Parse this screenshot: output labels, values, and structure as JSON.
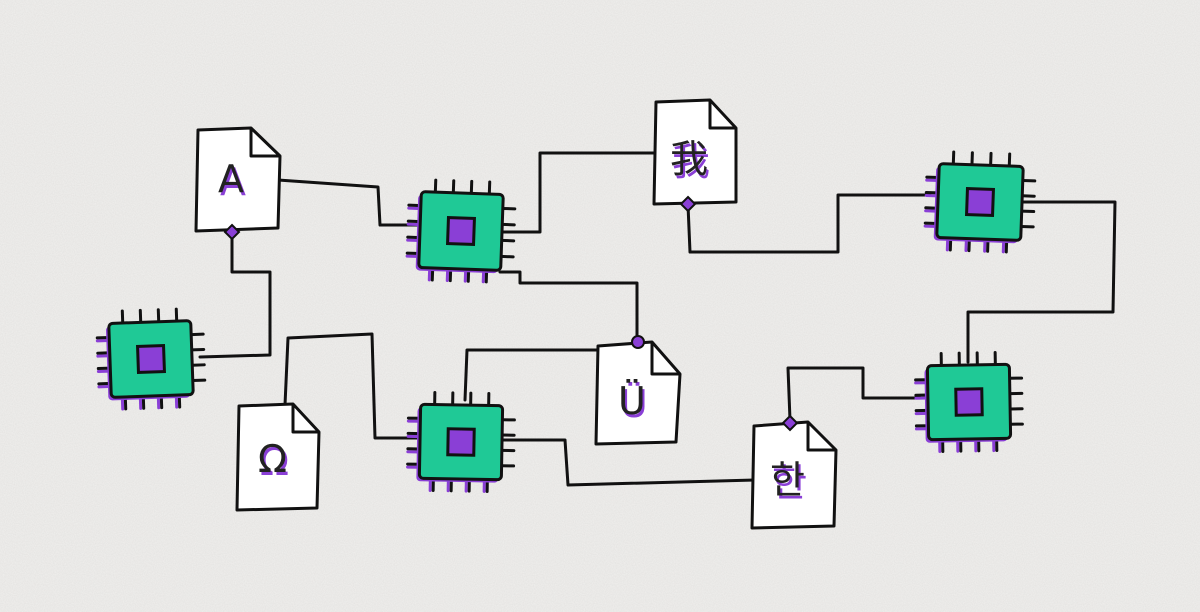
{
  "colors": {
    "background": "#f1f0ee",
    "stroke": "#111111",
    "chip": "#1fc996",
    "accent": "#8a3fd6",
    "paper": "#ffffff"
  },
  "documents": [
    {
      "glyph": "A"
    },
    {
      "glyph": "我"
    },
    {
      "glyph": "Ü"
    },
    {
      "glyph": "Ω"
    },
    {
      "glyph": "한"
    }
  ],
  "chips": [
    {
      "icon": "chip-icon"
    },
    {
      "icon": "chip-icon"
    },
    {
      "icon": "chip-icon"
    },
    {
      "icon": "chip-icon"
    },
    {
      "icon": "chip-icon"
    },
    {
      "icon": "chip-icon"
    }
  ]
}
